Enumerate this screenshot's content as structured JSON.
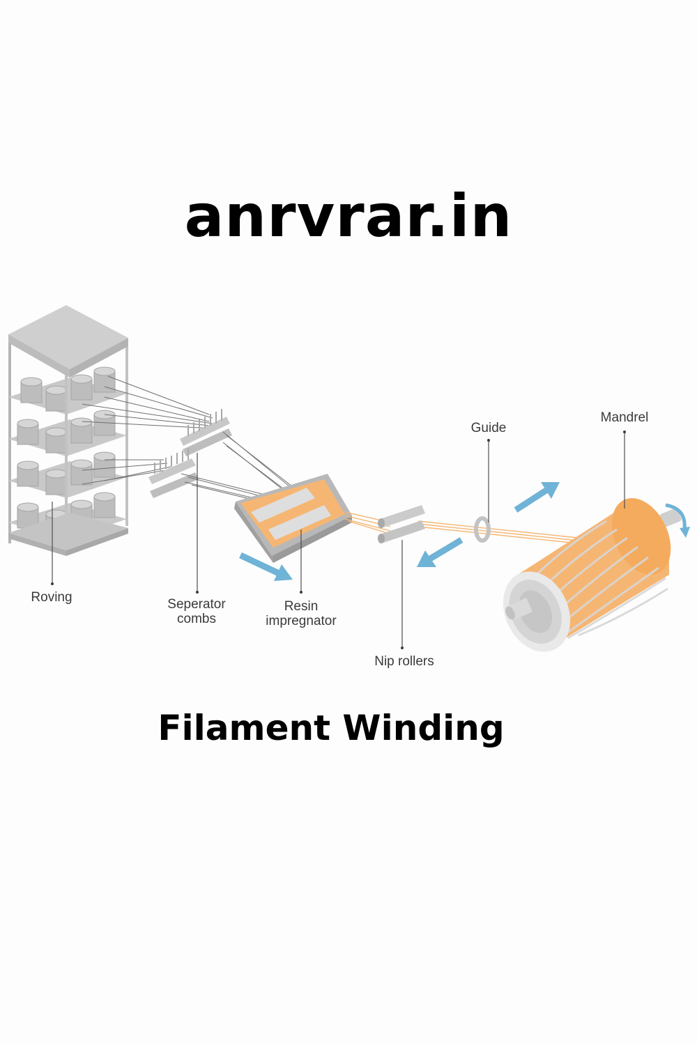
{
  "header": {
    "site_title": "anrvrar.in"
  },
  "diagram": {
    "caption": "Filament Winding",
    "labels": {
      "roving": "Roving",
      "separator_line1": "Seperator",
      "separator_line2": "combs",
      "resin_line1": "Resin",
      "resin_line2": "impregnator",
      "nip_rollers": "Nip rollers",
      "guide": "Guide",
      "mandrel": "Mandrel"
    },
    "colors": {
      "fiber": "#f6b673",
      "arrow": "#6fb3d6",
      "metal": "#cfcfcf",
      "metal_dark": "#a9a9a9"
    }
  }
}
